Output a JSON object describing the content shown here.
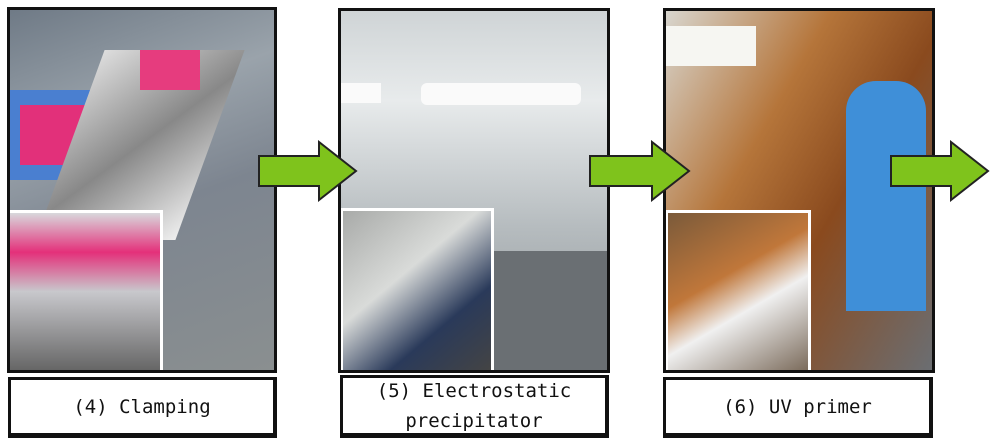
{
  "steps": [
    {
      "label": "(4) Clamping",
      "photo": "clamping-photo"
    },
    {
      "label": "(5) Electrostatic\nprecipitator",
      "photo": "electrostatic-precipitator-photo"
    },
    {
      "label": "(6) UV primer",
      "photo": "uv-primer-photo"
    }
  ],
  "colors": {
    "arrow": "#7fc31c",
    "border": "#111111"
  }
}
